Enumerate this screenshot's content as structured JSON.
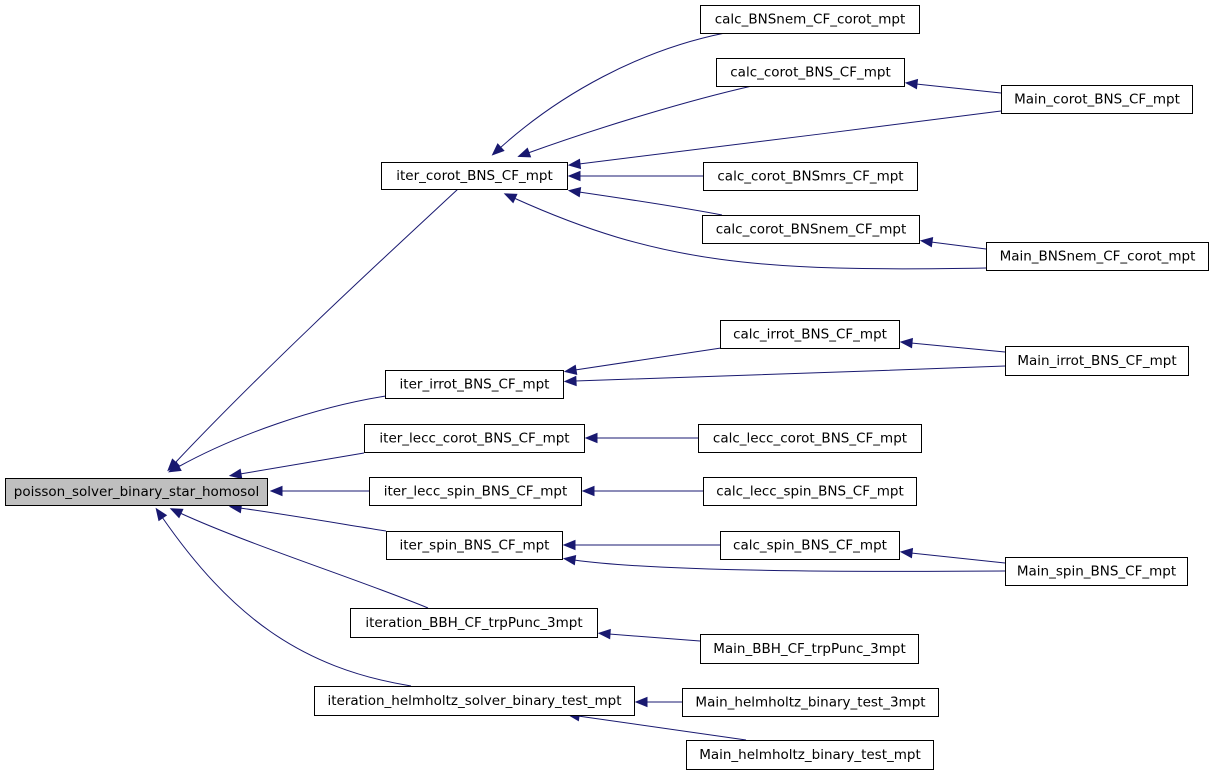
{
  "graph": {
    "nodes": {
      "root": "poisson_solver_binary_star_homosol",
      "iter_corot": "iter_corot_BNS_CF_mpt",
      "iter_irrot": "iter_irrot_BNS_CF_mpt",
      "iter_lecc_corot": "iter_lecc_corot_BNS_CF_mpt",
      "iter_lecc_spin": "iter_lecc_spin_BNS_CF_mpt",
      "iter_spin": "iter_spin_BNS_CF_mpt",
      "iteration_bbh": "iteration_BBH_CF_trpPunc_3mpt",
      "iteration_helm": "iteration_helmholtz_solver_binary_test_mpt",
      "calc_bnsnem_corot": "calc_BNSnem_CF_corot_mpt",
      "calc_corot": "calc_corot_BNS_CF_mpt",
      "main_corot": "Main_corot_BNS_CF_mpt",
      "calc_corot_bnsmrs": "calc_corot_BNSmrs_CF_mpt",
      "calc_corot_bnsnem": "calc_corot_BNSnem_CF_mpt",
      "main_bnsnem_corot": "Main_BNSnem_CF_corot_mpt",
      "calc_irrot": "calc_irrot_BNS_CF_mpt",
      "main_irrot": "Main_irrot_BNS_CF_mpt",
      "calc_lecc_corot": "calc_lecc_corot_BNS_CF_mpt",
      "calc_lecc_spin": "calc_lecc_spin_BNS_CF_mpt",
      "calc_spin": "calc_spin_BNS_CF_mpt",
      "main_spin": "Main_spin_BNS_CF_mpt",
      "main_bbh": "Main_BBH_CF_trpPunc_3mpt",
      "main_helm_3mpt": "Main_helmholtz_binary_test_3mpt",
      "main_helm_mpt": "Main_helmholtz_binary_test_mpt"
    },
    "edges": [
      [
        "iter_corot",
        "root"
      ],
      [
        "iter_irrot",
        "root"
      ],
      [
        "iter_lecc_corot",
        "root"
      ],
      [
        "iter_lecc_spin",
        "root"
      ],
      [
        "iter_spin",
        "root"
      ],
      [
        "iteration_bbh",
        "root"
      ],
      [
        "iteration_helm",
        "root"
      ],
      [
        "calc_bnsnem_corot",
        "iter_corot"
      ],
      [
        "calc_corot",
        "iter_corot"
      ],
      [
        "main_corot",
        "iter_corot"
      ],
      [
        "calc_corot_bnsmrs",
        "iter_corot"
      ],
      [
        "calc_corot_bnsnem",
        "iter_corot"
      ],
      [
        "main_bnsnem_corot",
        "iter_corot"
      ],
      [
        "main_corot",
        "calc_corot"
      ],
      [
        "main_bnsnem_corot",
        "calc_corot_bnsnem"
      ],
      [
        "calc_irrot",
        "iter_irrot"
      ],
      [
        "main_irrot",
        "iter_irrot"
      ],
      [
        "main_irrot",
        "calc_irrot"
      ],
      [
        "calc_lecc_corot",
        "iter_lecc_corot"
      ],
      [
        "calc_lecc_spin",
        "iter_lecc_spin"
      ],
      [
        "calc_spin",
        "iter_spin"
      ],
      [
        "main_spin",
        "iter_spin"
      ],
      [
        "main_spin",
        "calc_spin"
      ],
      [
        "main_bbh",
        "iteration_bbh"
      ],
      [
        "main_helm_3mpt",
        "iteration_helm"
      ],
      [
        "main_helm_mpt",
        "iteration_helm"
      ]
    ]
  },
  "colors": {
    "edge": "#191970",
    "root_fill": "#bfbfbf",
    "node_fill": "#ffffff",
    "node_border": "#000000"
  }
}
